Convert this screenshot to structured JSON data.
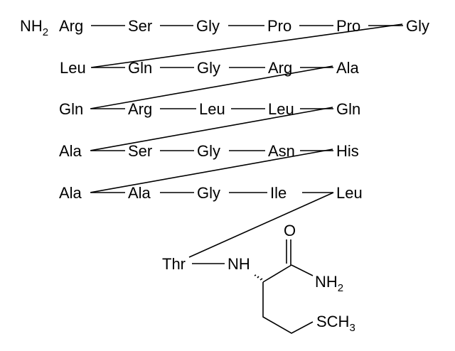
{
  "title": "Peptide structure diagram",
  "n_terminus": {
    "label": "NH",
    "sub": "2"
  },
  "rows": [
    [
      "Arg",
      "Ser",
      "Gly",
      "Pro",
      "Pro",
      "Gly"
    ],
    [
      "Leu",
      "Gln",
      "Gly",
      "Arg",
      "Ala"
    ],
    [
      "Gln",
      "Arg",
      "Leu",
      "Leu",
      "Gln"
    ],
    [
      "Ala",
      "Ser",
      "Gly",
      "Asn",
      "His"
    ],
    [
      "Ala",
      "Ala",
      "Gly",
      "Ile",
      "Leu"
    ]
  ],
  "c_terminus": {
    "thr": "Thr",
    "nh": "NH",
    "oxygen": "O",
    "amide": {
      "label": "NH",
      "sub": "2"
    },
    "side_chain": {
      "label": "SCH",
      "sub": "3"
    }
  }
}
